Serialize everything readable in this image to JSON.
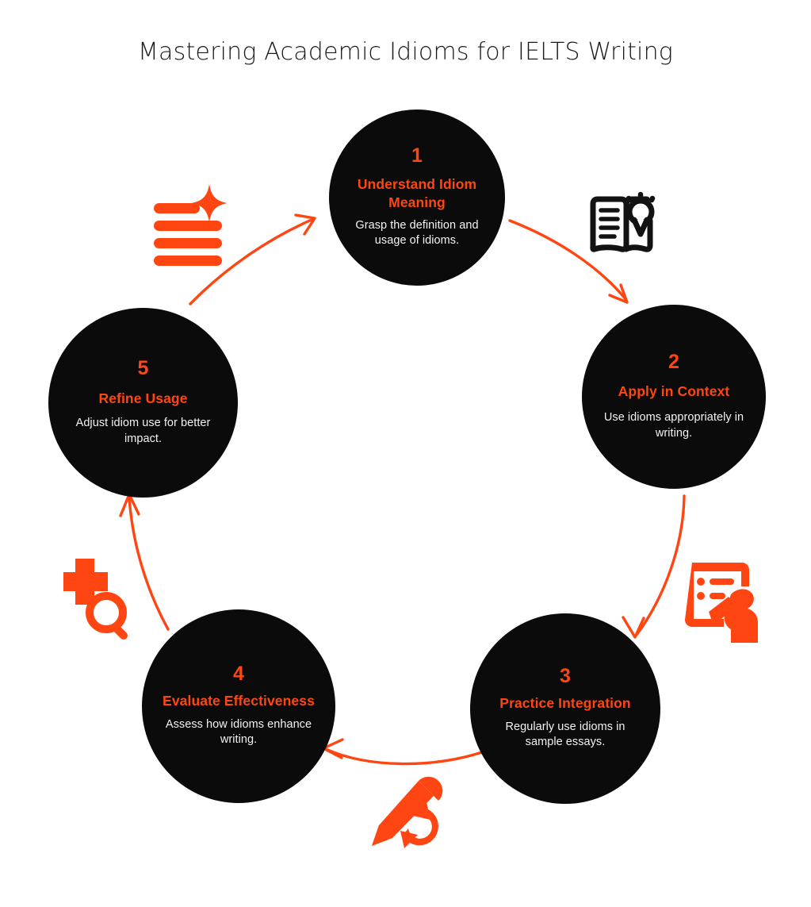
{
  "page": {
    "title": "Mastering Academic Idioms for IELTS Writing",
    "background_color": "#FFFFFF",
    "accent_color": "#FF4612",
    "node_color": "#0B0B0B",
    "body_text_color": "#F2F2F2",
    "title_color": "#1B1B1B"
  },
  "diagram": {
    "type": "cycle",
    "direction": "clockwise",
    "step_count": 5,
    "steps": [
      {
        "number": "1",
        "title": "Understand Idiom Meaning",
        "description": "Grasp the definition and usage of idioms."
      },
      {
        "number": "2",
        "title": "Apply in Context",
        "description": "Use idioms appropriately in writing."
      },
      {
        "number": "3",
        "title": "Practice Integration",
        "description": "Regularly use idioms in sample essays."
      },
      {
        "number": "4",
        "title": "Evaluate Effectiveness",
        "description": "Assess how idioms enhance writing."
      },
      {
        "number": "5",
        "title": "Refine Usage",
        "description": "Adjust idiom use for better impact."
      }
    ],
    "connectors": [
      {
        "from": "1",
        "to": "2",
        "color": "#FF4612"
      },
      {
        "from": "2",
        "to": "3",
        "color": "#FF4612"
      },
      {
        "from": "3",
        "to": "4",
        "color": "#FF4612"
      },
      {
        "from": "4",
        "to": "5",
        "color": "#FF4612"
      },
      {
        "from": "5",
        "to": "1",
        "color": "#FF4612"
      }
    ],
    "icons": [
      {
        "name": "book-lightbulb-icon",
        "color": "#121212",
        "position": "right-of-step-1"
      },
      {
        "name": "clipboard-hand-writing-icon",
        "color": "#FF4612",
        "position": "right-of-step-2"
      },
      {
        "name": "pencil-refresh-icon",
        "color": "#FF4612",
        "position": "below-step-3"
      },
      {
        "name": "plus-magnifier-icon",
        "color": "#FF4612",
        "position": "left-of-step-4"
      },
      {
        "name": "text-lines-sparkle-icon",
        "color": "#FF4612",
        "position": "left-of-step-1"
      }
    ]
  }
}
